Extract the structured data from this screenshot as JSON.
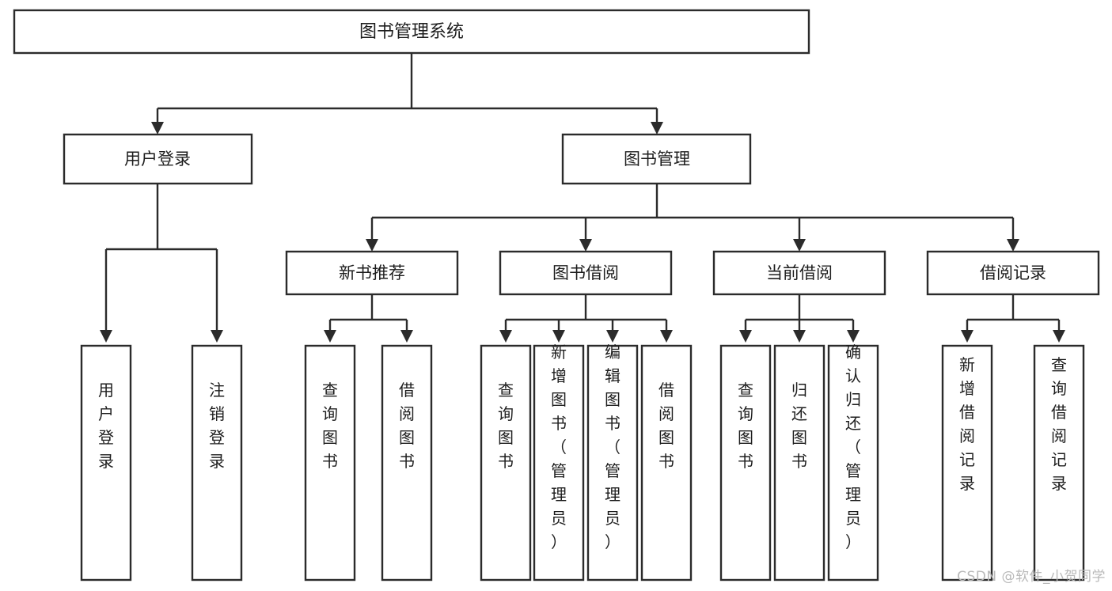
{
  "diagram": {
    "type": "tree-hierarchy",
    "title": "图书管理系统",
    "colors": {
      "box_stroke": "#2b2b2b",
      "box_fill": "#ffffff",
      "text": "#1d1d1d",
      "background": "#ffffff",
      "watermark": "#b9b9b9"
    },
    "root": {
      "label": "图书管理系统"
    },
    "level2": [
      {
        "label": "用户登录"
      },
      {
        "label": "图书管理"
      }
    ],
    "level3": [
      {
        "label": "新书推荐"
      },
      {
        "label": "图书借阅"
      },
      {
        "label": "当前借阅"
      },
      {
        "label": "借阅记录"
      }
    ],
    "leaves": {
      "user_login": [
        {
          "label": "用户登录"
        },
        {
          "label": "注销登录"
        }
      ],
      "new_book_recommend": [
        {
          "label": "查询图书"
        },
        {
          "label": "借阅图书"
        }
      ],
      "book_borrow": [
        {
          "label": "查询图书"
        },
        {
          "label": "新增图书（管理员）"
        },
        {
          "label": "编辑图书（管理员）"
        },
        {
          "label": "借阅图书"
        }
      ],
      "current_borrow": [
        {
          "label": "查询图书"
        },
        {
          "label": "归还图书"
        },
        {
          "label": "确认归还（管理员）"
        }
      ],
      "borrow_record": [
        {
          "label": "新增借阅记录"
        },
        {
          "label": "查询借阅记录"
        }
      ]
    }
  },
  "watermark": {
    "text": "CSDN @软件_小贺同学"
  }
}
